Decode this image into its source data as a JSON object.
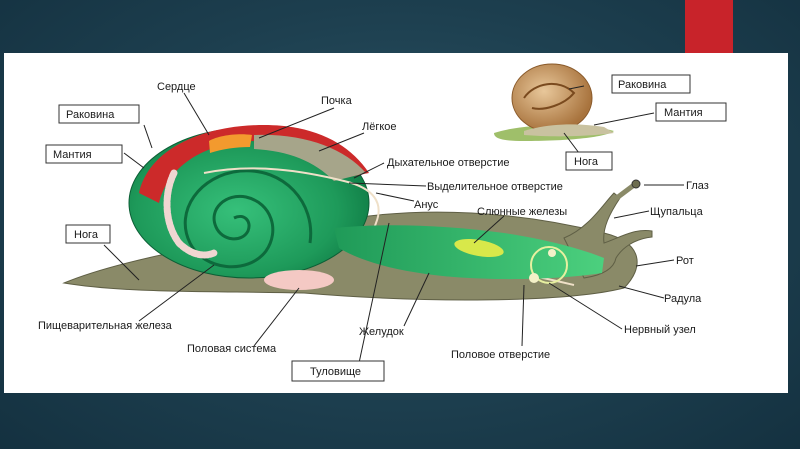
{
  "labels": {
    "serdtse": "Сердце",
    "pochka": "Почка",
    "rakovina_left": "Раковина",
    "legkoe": "Лёгкое",
    "mantiya_left": "Мантия",
    "dykhatelnoe": "Дыхательное отверстие",
    "vydelitelnoe": "Выделительное отверстие",
    "glaz": "Глаз",
    "anus": "Анус",
    "slyunnye": "Слюнные железы",
    "shchupaltsa": "Щупальца",
    "noga_left": "Нога",
    "rot": "Рот",
    "radula": "Радула",
    "pishchevaritelnaya": "Пищеварительная железа",
    "nervny": "Нервный узел",
    "zheludok": "Желудок",
    "polovaya_sistema": "Половая система",
    "polovoe_otverstie": "Половое отверстие",
    "tulovishche": "Туловище",
    "rakovina_right": "Раковина",
    "mantiya_right": "Мантия",
    "noga_right": "Нога"
  },
  "colors": {
    "background": "#1d3f4f",
    "accent": "#c8232a",
    "body": "#8a8a68",
    "shell": "#1e9a5a",
    "heart": "#cc2a2a",
    "gut": "#2fb66b",
    "gland": "#e9b3ad"
  }
}
